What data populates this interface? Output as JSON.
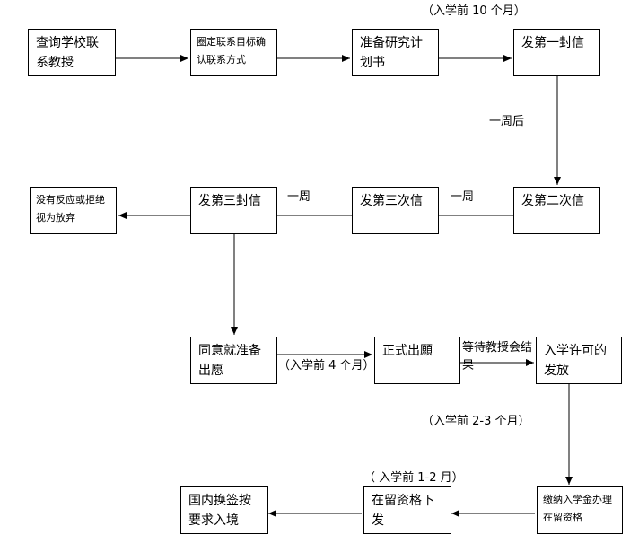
{
  "nodes": {
    "query_school": "查询学校联系教授",
    "target_contact": "圈定联系目标确认联系方式",
    "research_plan": "准备研究计划书",
    "first_letter": "发第一封信",
    "second_letter": "发第二次信",
    "third_letter_a": "发第三次信",
    "third_letter_b": "发第三封信",
    "no_response": "没有反应或拒绝视为放弃",
    "agree_prepare": "同意就准备出愿",
    "formal_apply": "正式出願",
    "admission_permit": "入学许可的发放",
    "pay_fee": "缴纳入学金办理在留资格",
    "residence_issue": "在留资格下发",
    "visa_entry": "国内换签按要求入境"
  },
  "notes": {
    "ten_months": "（入学前 10 个月）",
    "one_week_later": "一周后",
    "one_week_a": "一周",
    "one_week_b": "一周",
    "four_months": "（入学前 4 个月）",
    "wait_result": "等待教授会结果",
    "two_three_months": "（入学前 2-3 个月）",
    "one_two_months": "（ 入学前 1-2 月）"
  }
}
